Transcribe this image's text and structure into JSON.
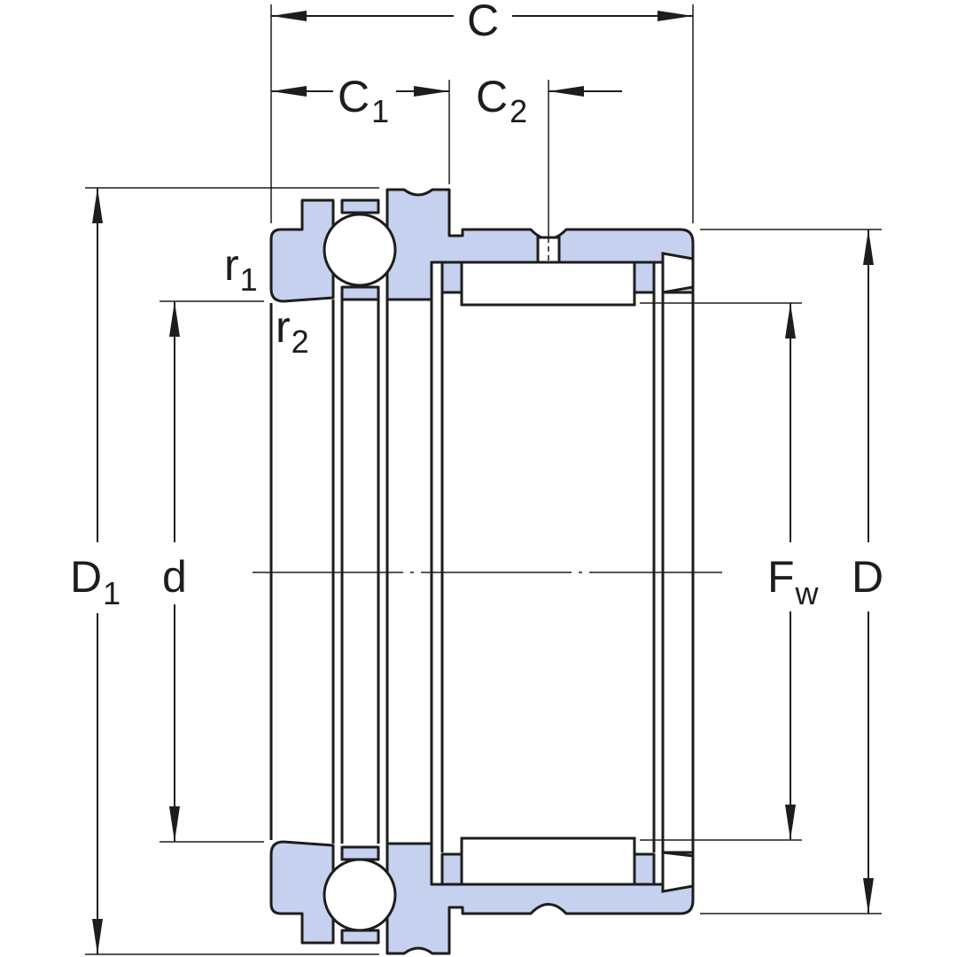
{
  "colors": {
    "section_fill": "#c5d1ee",
    "outline": "#1d1d1b",
    "background": "#ffffff"
  },
  "labels": {
    "C": {
      "main": "C",
      "sub": ""
    },
    "C1": {
      "main": "C",
      "sub": "1"
    },
    "C2": {
      "main": "C",
      "sub": "2"
    },
    "r1": {
      "main": "r",
      "sub": "1"
    },
    "r2": {
      "main": "r",
      "sub": "2"
    },
    "D1": {
      "main": "D",
      "sub": "1"
    },
    "d": {
      "main": "d",
      "sub": ""
    },
    "Fw": {
      "main": "F",
      "sub": "w"
    },
    "D": {
      "main": "D",
      "sub": ""
    }
  }
}
